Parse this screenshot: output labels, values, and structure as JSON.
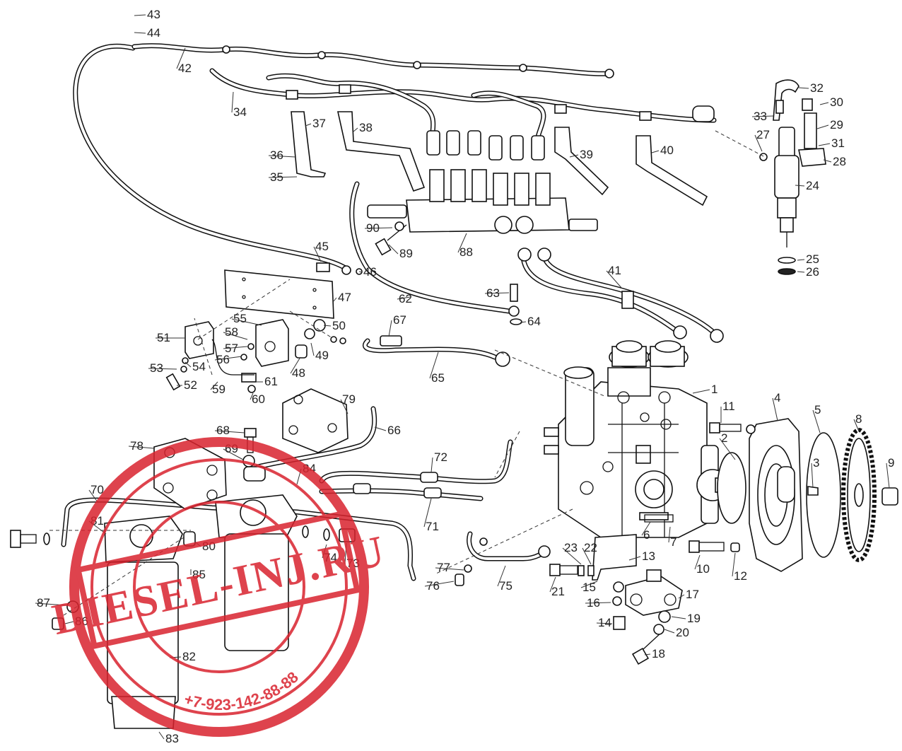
{
  "callouts": [
    {
      "n": "1"
    },
    {
      "n": "2"
    },
    {
      "n": "3"
    },
    {
      "n": "4"
    },
    {
      "n": "5"
    },
    {
      "n": "6"
    },
    {
      "n": "7"
    },
    {
      "n": "8"
    },
    {
      "n": "9"
    },
    {
      "n": "10"
    },
    {
      "n": "11"
    },
    {
      "n": "12"
    },
    {
      "n": "13"
    },
    {
      "n": "14"
    },
    {
      "n": "15"
    },
    {
      "n": "16"
    },
    {
      "n": "17"
    },
    {
      "n": "18"
    },
    {
      "n": "19"
    },
    {
      "n": "20"
    },
    {
      "n": "21"
    },
    {
      "n": "22"
    },
    {
      "n": "23"
    },
    {
      "n": "24"
    },
    {
      "n": "25"
    },
    {
      "n": "26"
    },
    {
      "n": "27"
    },
    {
      "n": "28"
    },
    {
      "n": "29"
    },
    {
      "n": "30"
    },
    {
      "n": "31"
    },
    {
      "n": "32"
    },
    {
      "n": "33"
    },
    {
      "n": "34"
    },
    {
      "n": "35"
    },
    {
      "n": "36"
    },
    {
      "n": "37"
    },
    {
      "n": "38"
    },
    {
      "n": "39"
    },
    {
      "n": "40"
    },
    {
      "n": "41"
    },
    {
      "n": "42"
    },
    {
      "n": "43"
    },
    {
      "n": "44"
    },
    {
      "n": "45"
    },
    {
      "n": "46"
    },
    {
      "n": "47"
    },
    {
      "n": "48"
    },
    {
      "n": "49"
    },
    {
      "n": "50"
    },
    {
      "n": "51"
    },
    {
      "n": "52"
    },
    {
      "n": "53"
    },
    {
      "n": "54"
    },
    {
      "n": "55"
    },
    {
      "n": "56"
    },
    {
      "n": "57"
    },
    {
      "n": "58"
    },
    {
      "n": "59"
    },
    {
      "n": "60"
    },
    {
      "n": "61"
    },
    {
      "n": "62"
    },
    {
      "n": "63"
    },
    {
      "n": "64"
    },
    {
      "n": "65"
    },
    {
      "n": "66"
    },
    {
      "n": "67"
    },
    {
      "n": "68"
    },
    {
      "n": "69"
    },
    {
      "n": "70"
    },
    {
      "n": "71"
    },
    {
      "n": "72"
    },
    {
      "n": "73"
    },
    {
      "n": "74"
    },
    {
      "n": "75"
    },
    {
      "n": "76"
    },
    {
      "n": "77"
    },
    {
      "n": "78"
    },
    {
      "n": "79"
    },
    {
      "n": "80"
    },
    {
      "n": "81"
    },
    {
      "n": "82"
    },
    {
      "n": "83"
    },
    {
      "n": "84"
    },
    {
      "n": "85"
    },
    {
      "n": "86"
    },
    {
      "n": "87"
    },
    {
      "n": "88"
    },
    {
      "n": "89"
    },
    {
      "n": "90"
    }
  ],
  "watermark": {
    "brand": "DIESEL-INJ.RU",
    "phone": "+7-923-142-88-88",
    "color": "#d9232e"
  }
}
